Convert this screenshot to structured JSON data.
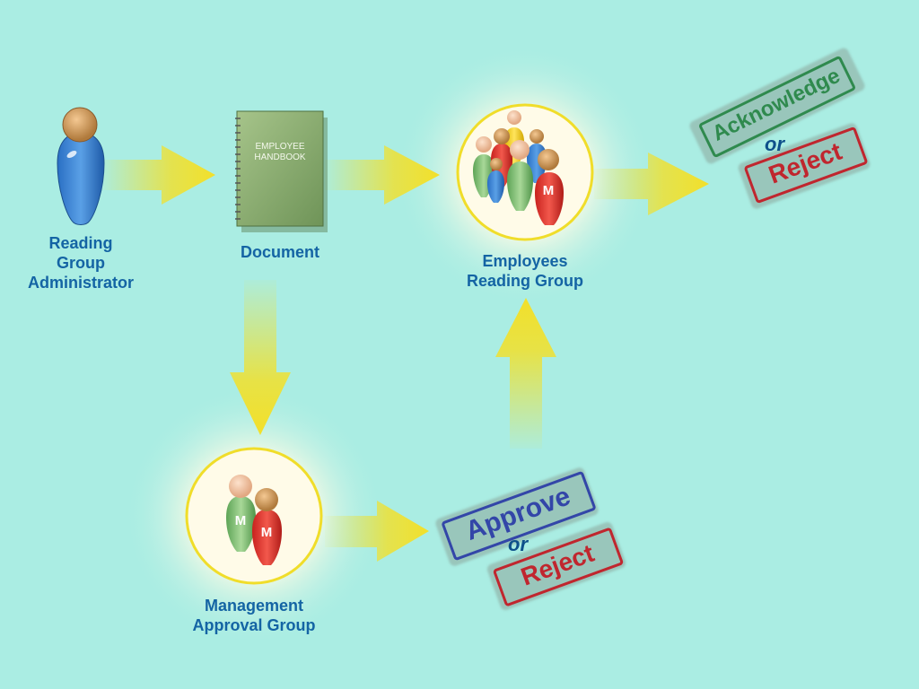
{
  "nodes": {
    "administrator": {
      "label": "Reading Group Administrator"
    },
    "document": {
      "label": "Document",
      "book_title_line1": "EMPLOYEE",
      "book_title_line2": "HANDBOOK"
    },
    "employees": {
      "label_line1": "Employees",
      "label_line2": "Reading Group",
      "badge": "M"
    },
    "management": {
      "label_line1": "Management",
      "label_line2": "Approval Group",
      "badge_left": "M",
      "badge_right": "M"
    }
  },
  "stamps": {
    "acknowledge": "Acknowledge",
    "reject_top": "Reject",
    "approve": "Approve",
    "reject_bottom": "Reject",
    "or_top": "or",
    "or_bottom": "or"
  },
  "colors": {
    "background": "#aaede3",
    "label_text": "#1464a4",
    "arrow": "#f2e02a",
    "acknowledge_green": "#2f8a4e",
    "reject_red": "#c0262e",
    "approve_blue": "#3346a8"
  }
}
